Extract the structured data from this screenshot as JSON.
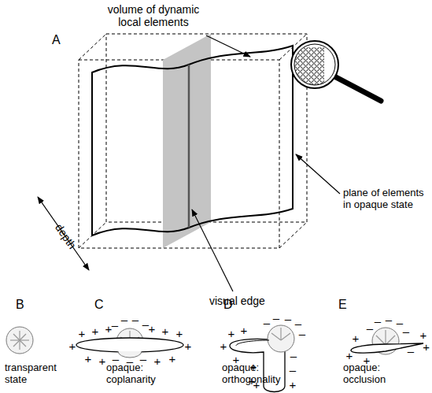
{
  "diagram": {
    "labels": [
      "A",
      "volume of dynamic local elements",
      "plane of elements in opaque state",
      "visual edge",
      "depth",
      "B",
      "C",
      "D",
      "E",
      "transparent state",
      "opaque: coplanarity",
      "opaque: orthogonality",
      "opaque: occlusion",
      "+",
      "+",
      "+",
      "+",
      "+",
      "+",
      "+",
      "+",
      "+",
      "+",
      "+",
      "+",
      "–",
      "–",
      "–",
      "–",
      "–",
      "–",
      "–",
      "+",
      "+",
      "+",
      "+",
      "+",
      "+",
      "+",
      "+",
      "–",
      "–",
      "–",
      "–",
      "–",
      "–",
      "–",
      "+",
      "+",
      "+",
      "+",
      "+",
      "–",
      "–",
      "–",
      "–",
      "–",
      "–"
    ]
  }
}
